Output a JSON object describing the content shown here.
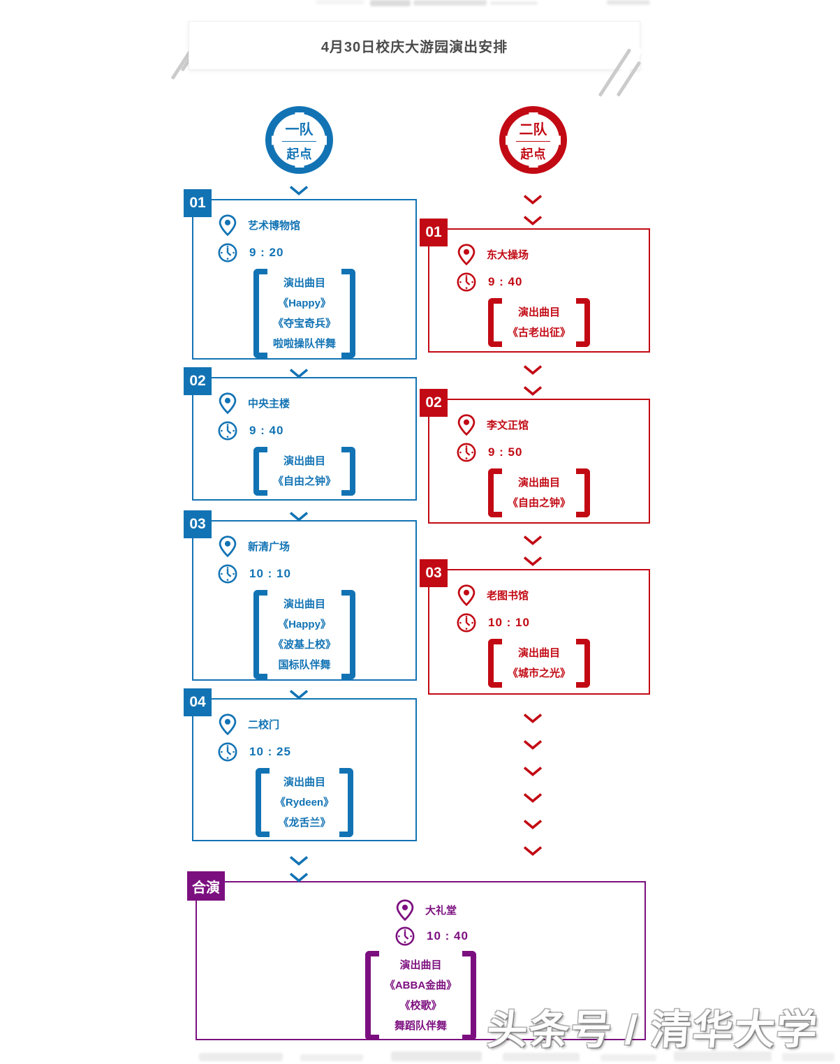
{
  "title": "4月30日校庆大游园演出安排",
  "teams": [
    {
      "name": "一队",
      "start": "起点",
      "color": "#1273b4",
      "stops": [
        {
          "badge": "01",
          "location": "艺术博物馆",
          "time": "9 : 20",
          "program_label": "演出曲目",
          "songs": [
            "《Happy》",
            "《夺宝奇兵》",
            "啦啦操队伴舞"
          ]
        },
        {
          "badge": "02",
          "location": "中央主楼",
          "time": "9 : 40",
          "program_label": "演出曲目",
          "songs": [
            "《自由之钟》"
          ]
        },
        {
          "badge": "03",
          "location": "新清广场",
          "time": "10 : 10",
          "program_label": "演出曲目",
          "songs": [
            "《Happy》",
            "《波基上校》",
            "国标队伴舞"
          ]
        },
        {
          "badge": "04",
          "location": "二校门",
          "time": "10 : 25",
          "program_label": "演出曲目",
          "songs": [
            "《Rydeen》",
            "《龙舌兰》"
          ]
        }
      ]
    },
    {
      "name": "二队",
      "start": "起点",
      "color": "#c20a14",
      "stops": [
        {
          "badge": "01",
          "location": "东大操场",
          "time": "9 : 40",
          "program_label": "演出曲目",
          "songs": [
            "《古老出征》"
          ]
        },
        {
          "badge": "02",
          "location": "李文正馆",
          "time": "9 : 50",
          "program_label": "演出曲目",
          "songs": [
            "《自由之钟》"
          ]
        },
        {
          "badge": "03",
          "location": "老图书馆",
          "time": "10 : 10",
          "program_label": "演出曲目",
          "songs": [
            "《城市之光》"
          ]
        }
      ]
    }
  ],
  "finale": {
    "badge": "合演",
    "location": "大礼堂",
    "time": "10 : 40",
    "program_label": "演出曲目",
    "songs": [
      "《ABBA金曲》",
      "《校歌》",
      "舞蹈队伴舞"
    ],
    "color": "#7c0f7f"
  },
  "watermark": "头条号 / 清华大学"
}
